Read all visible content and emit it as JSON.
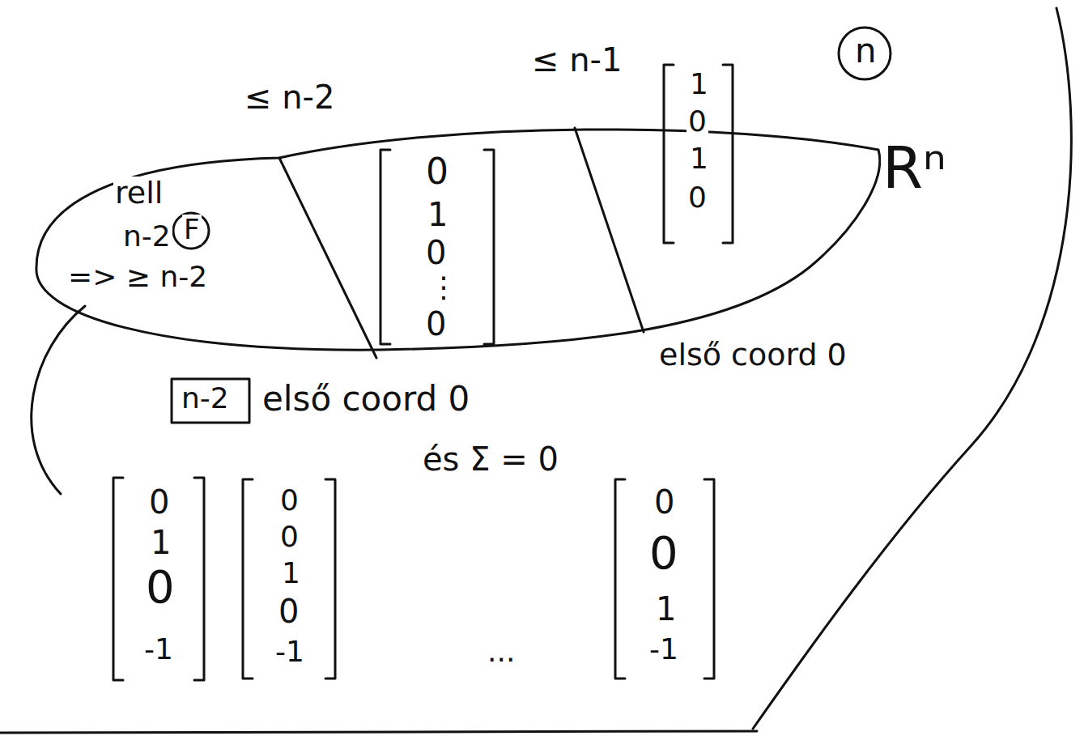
{
  "diagram": {
    "nodes": [
      {
        "text": [
          "Rⁿ"
        ]
      },
      {
        "text": [
          "rell",
          "n-2",
          "F",
          "=> ≥ n-2"
        ],
        "in": 0
      },
      {
        "text": [
          "0",
          "1",
          "0",
          "⋮",
          "0"
        ],
        "in": 0
      },
      {
        "text": [
          "1",
          "0",
          "1",
          "0"
        ],
        "in": 0
      }
    ],
    "edges": [],
    "labels": [
      "≤ n-2",
      "≤ n-1",
      "n",
      "n-2",
      "első coord 0",
      "első coord 0",
      "és Σ = 0",
      "0",
      "1",
      "0",
      "-1",
      "0",
      "0",
      "1",
      "0",
      "-1",
      "...",
      "0",
      "0",
      "1",
      "-1"
    ]
  }
}
